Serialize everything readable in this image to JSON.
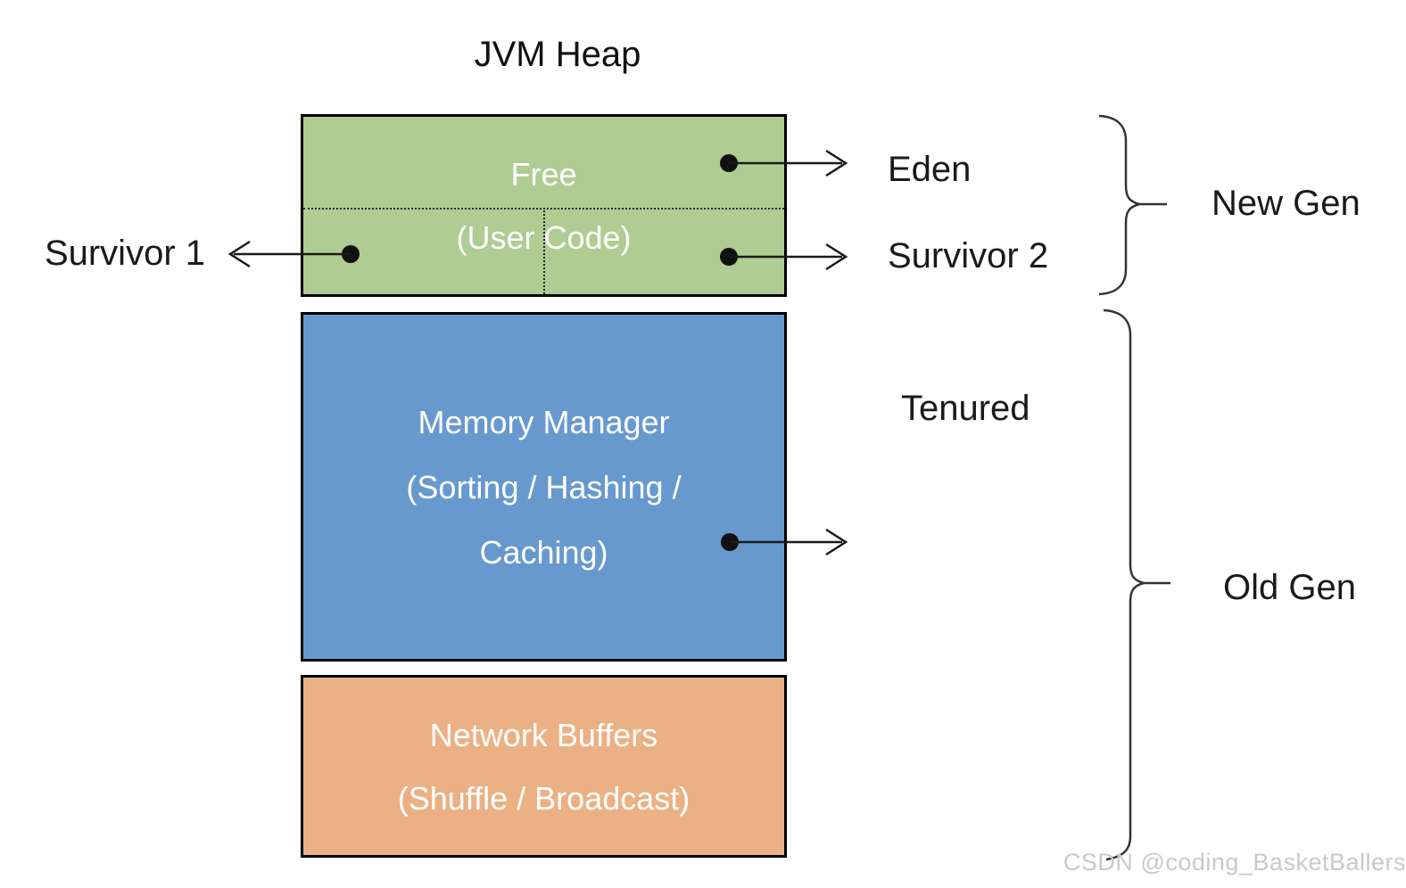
{
  "title": "JVM Heap",
  "colors": {
    "new_gen_fill": "#AFCC92",
    "tenured_fill": "#6899CE",
    "buffers_fill": "#EBB184",
    "box_border": "#000000",
    "box_text": "#FFFFFF",
    "label_text": "#1A1A1A",
    "watermark_text": "#C9C9C9"
  },
  "heap_box": {
    "free": "Free",
    "user_code": "(User Code)"
  },
  "memory_box": {
    "line1": "Memory Manager",
    "line2": "(Sorting / Hashing /",
    "line3": "Caching)"
  },
  "buffers_box": {
    "line1": "Network Buffers",
    "line2": "(Shuffle / Broadcast)"
  },
  "labels": {
    "survivor1": "Survivor 1",
    "eden": "Eden",
    "survivor2": "Survivor 2",
    "tenured": "Tenured",
    "new_gen": "New Gen",
    "old_gen": "Old Gen"
  },
  "watermark": "CSDN @coding_BasketBallers"
}
